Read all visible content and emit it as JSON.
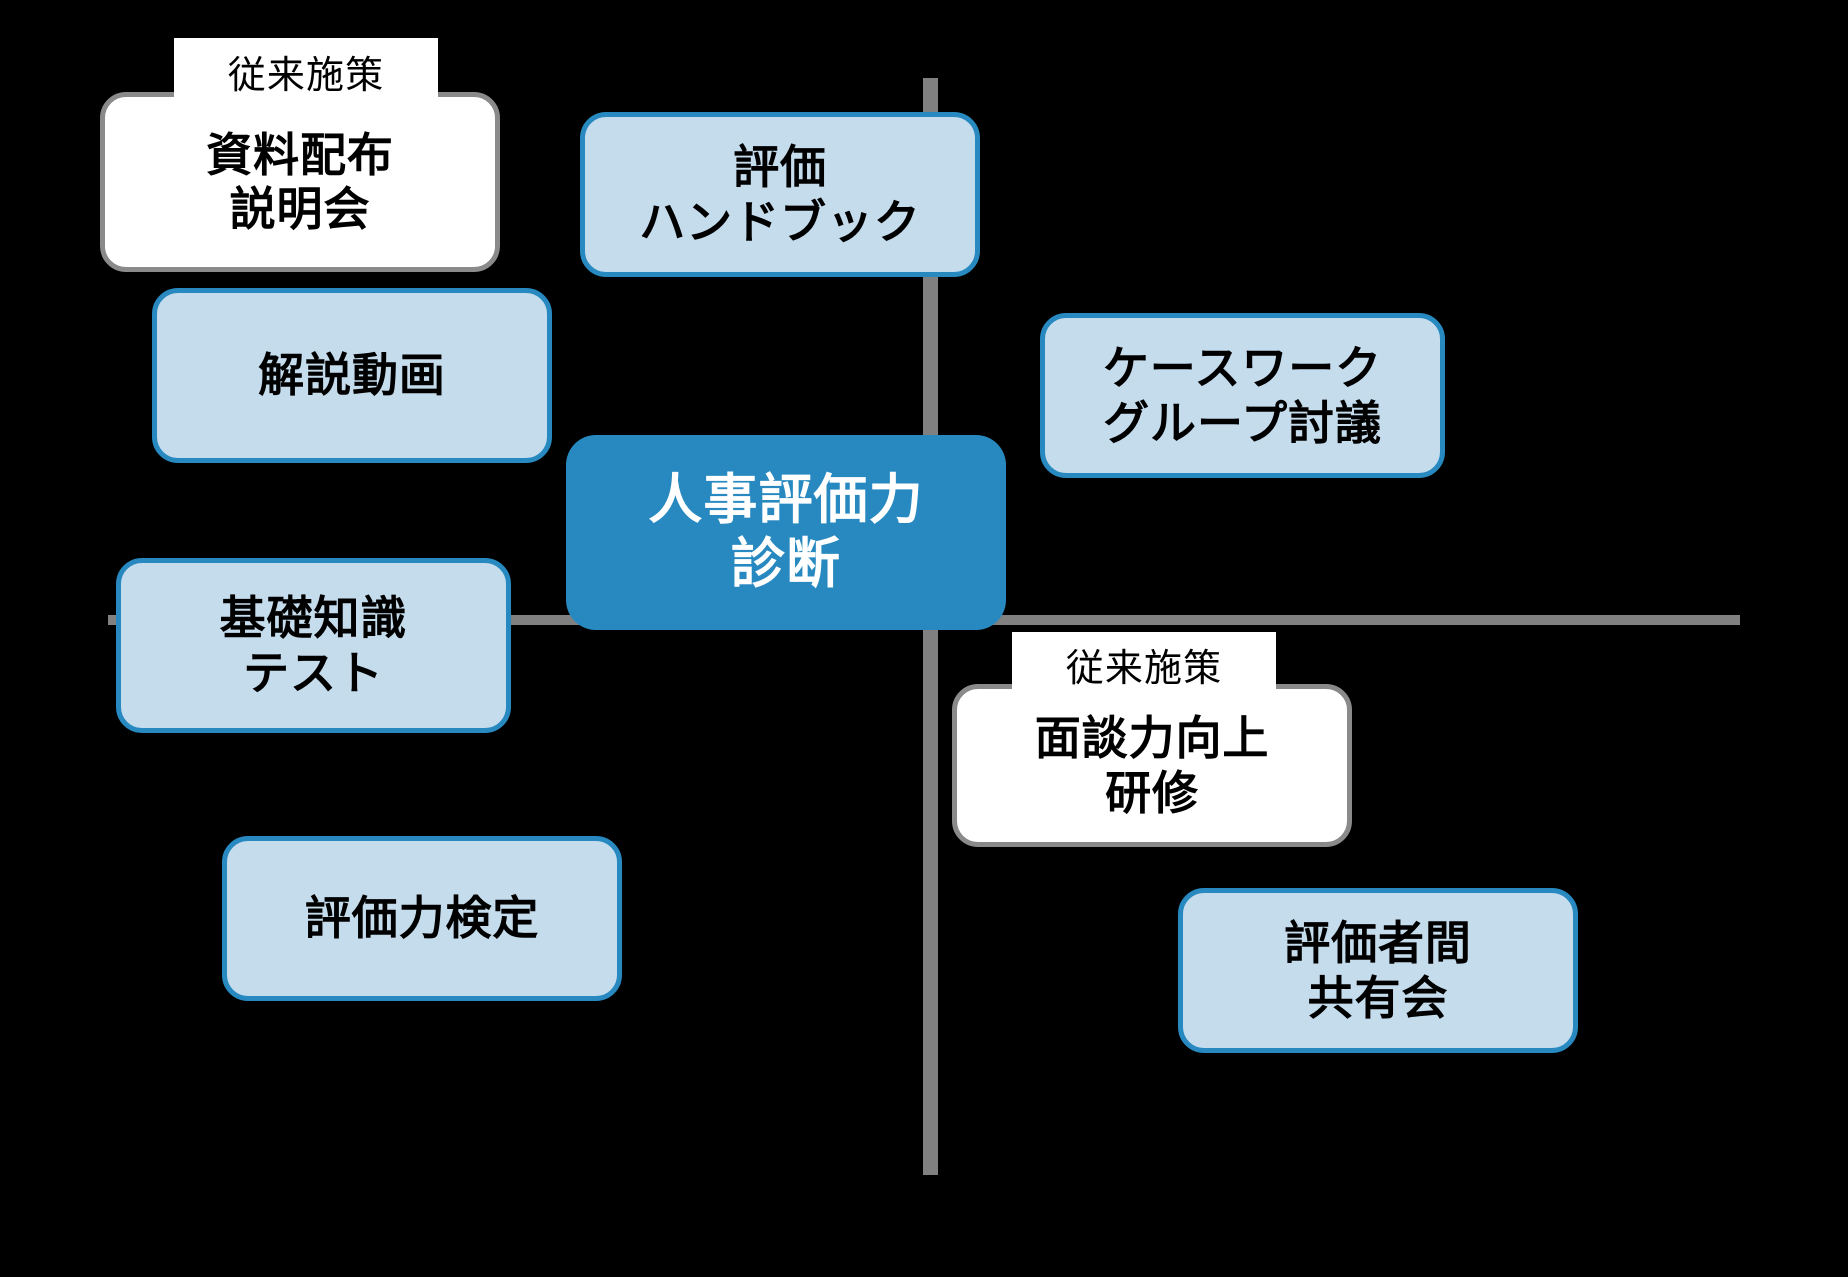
{
  "diagram": {
    "title_node": {
      "label": "人事評価力\n診断",
      "accent_color": "#2789c0",
      "text_color": "#ffffff"
    },
    "axis": {
      "color": "#808080",
      "horizontal": true,
      "vertical": true
    },
    "palette": {
      "accent": "#2789c0",
      "card_fill": "#c5dced",
      "card_border": "#2789c0",
      "legacy_fill": "#ffffff",
      "legacy_border": "#8a8a8a",
      "background": "#000000",
      "axis": "#808080"
    },
    "legacy_tab_label": "従来施策",
    "nodes": [
      {
        "id": "shiryo-haifu",
        "label": "資料配布\n説明会",
        "kind": "legacy",
        "tab": "従来施策",
        "quadrant": "top-left"
      },
      {
        "id": "hyouka-handbook",
        "label": "評価\nハンドブック",
        "kind": "card",
        "quadrant": "top-center"
      },
      {
        "id": "kaisetsu-douga",
        "label": "解説動画",
        "kind": "card",
        "quadrant": "top-left"
      },
      {
        "id": "casework-group",
        "label": "ケースワーク\nグループ討議",
        "kind": "card",
        "quadrant": "top-right"
      },
      {
        "id": "kiso-chishiki-test",
        "label": "基礎知識\nテスト",
        "kind": "card",
        "quadrant": "bottom-left"
      },
      {
        "id": "hyoukaryoku-kentei",
        "label": "評価力検定",
        "kind": "card",
        "quadrant": "bottom-left"
      },
      {
        "id": "mendanryoku-kenshu",
        "label": "面談力向上\n研修",
        "kind": "legacy",
        "tab": "従来施策",
        "quadrant": "bottom-right"
      },
      {
        "id": "hyoukasha-kan-kyouyukai",
        "label": "評価者間\n共有会",
        "kind": "card",
        "quadrant": "bottom-right"
      }
    ]
  }
}
